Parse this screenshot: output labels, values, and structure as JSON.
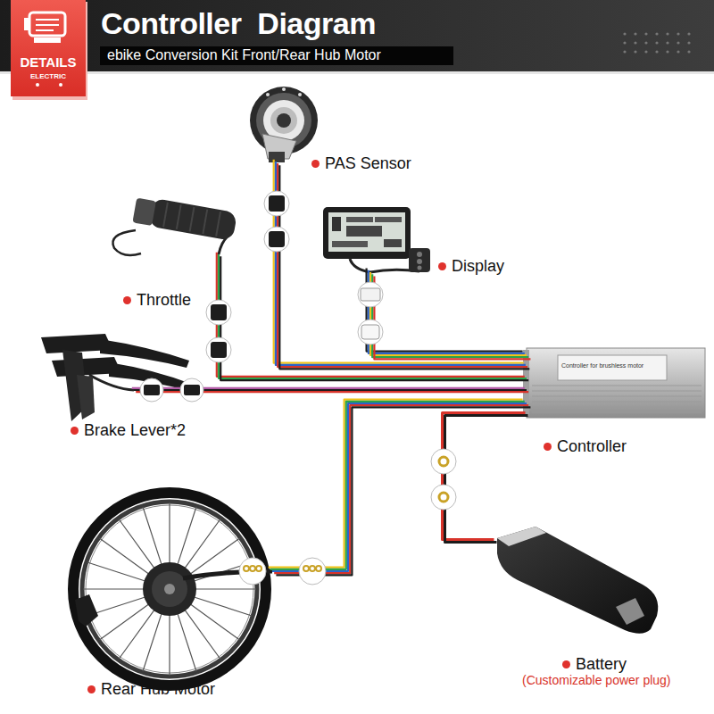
{
  "diagram": {
    "title": "Controller  Diagram",
    "nodes": [
      {
        "text": [
          "PAS Sensor"
        ]
      },
      {
        "text": [
          "Display"
        ]
      },
      {
        "text": [
          "Throttle"
        ]
      },
      {
        "text": [
          "Brake Lever*2"
        ]
      },
      {
        "text": [
          "Controller",
          "Controller for brushless motor"
        ]
      },
      {
        "text": [
          "Battery",
          "(Customizable power plug)"
        ]
      },
      {
        "text": [
          "Rear Hub Motor"
        ]
      }
    ],
    "edges": [
      {
        "from": 0,
        "to": 4,
        "arrow": "none"
      },
      {
        "from": 1,
        "to": 4,
        "arrow": "none"
      },
      {
        "from": 2,
        "to": 4,
        "arrow": "none"
      },
      {
        "from": 3,
        "to": 4,
        "arrow": "none"
      },
      {
        "from": 5,
        "to": 4,
        "arrow": "none"
      },
      {
        "from": 6,
        "to": 4,
        "arrow": "none"
      }
    ],
    "labels": [
      "DETAILS",
      "ELECTRIC",
      "ebike Conversion Kit Front/Rear Hub Motor"
    ]
  }
}
